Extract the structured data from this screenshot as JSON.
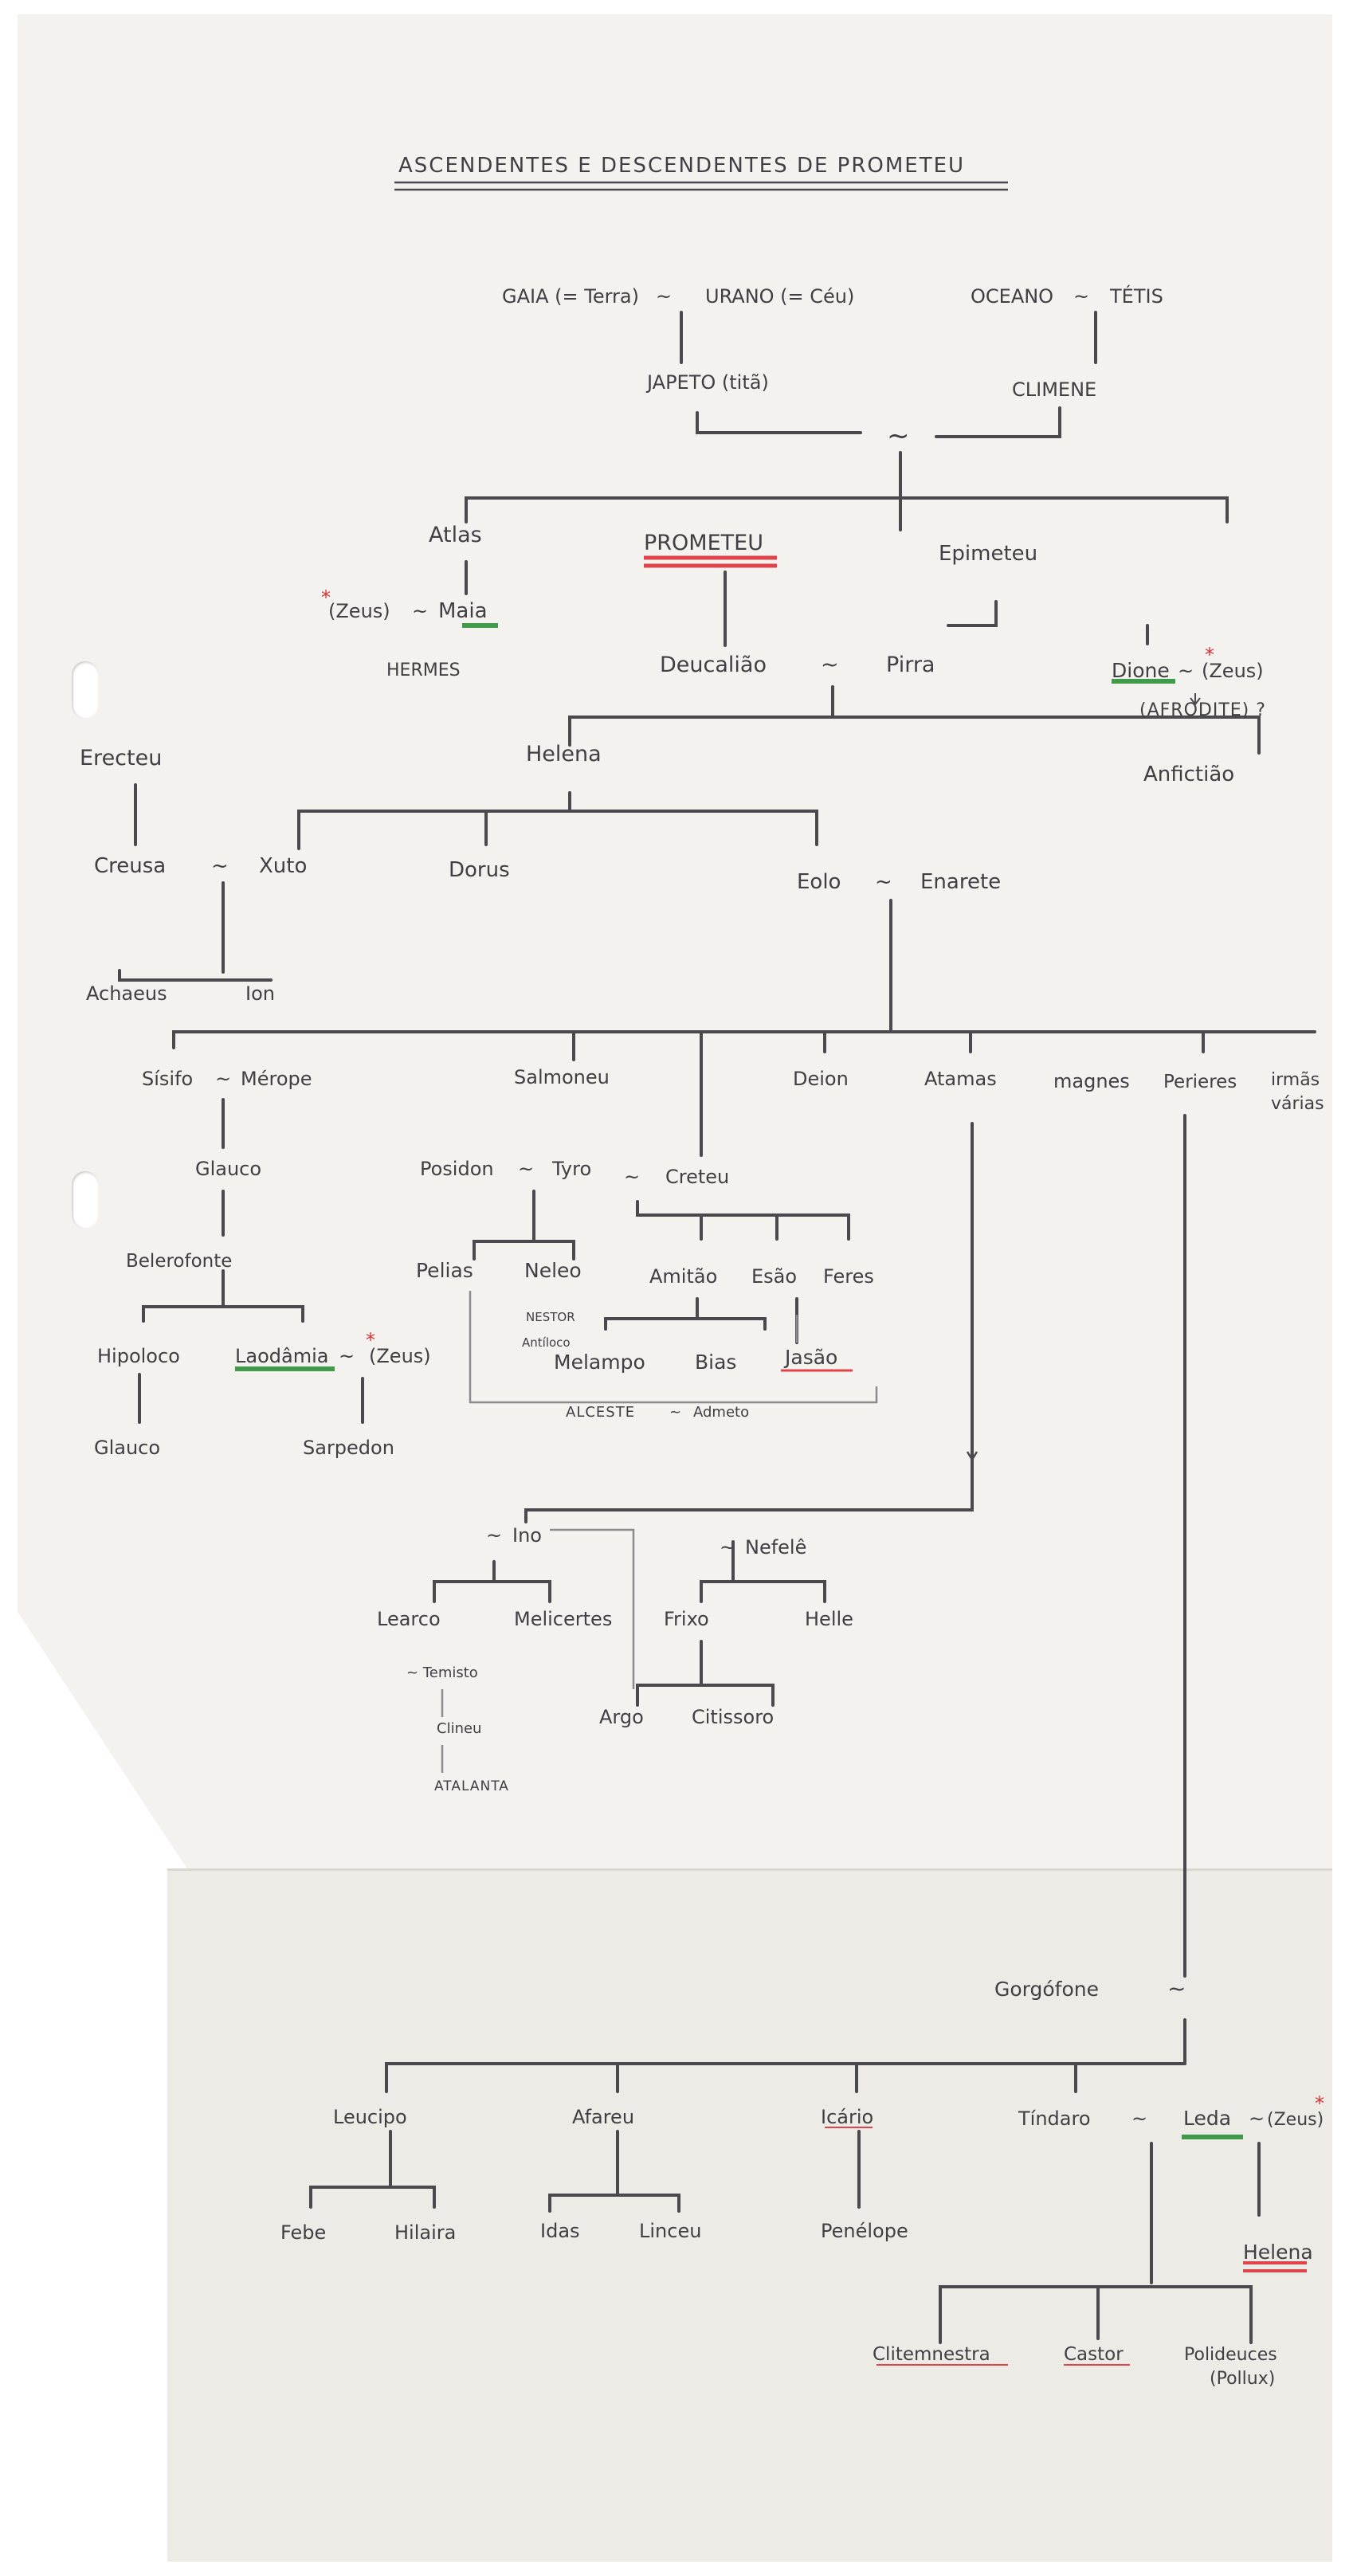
{
  "title": "ASCENDENTES E DESCENDENTES DE PROMETEU",
  "colors": {
    "ink": "#3f3f44",
    "red_underline": "#e0444a",
    "green_underline": "#3f9a4a",
    "red_asterisk": "#d8333b",
    "faint": "#7d7d82",
    "paper": "#f3f2ee"
  },
  "nodes": {
    "gaia": "GAIA (= Terra)",
    "sep1": "~",
    "urano": "URANO (= Céu)",
    "oceano": "OCEANO",
    "sep2": "~",
    "tetis": "TÉTIS",
    "japeto": "JAPETO (titã)",
    "climene": "CLIMENE",
    "sep3": "~",
    "atlas": "Atlas",
    "prometeu": "PROMETEU",
    "epimeteu": "Epimeteu",
    "zeus1": "(Zeus)",
    "sep4": "~",
    "maia": "Maia",
    "hermes": "HERMES",
    "deucaliao": "Deucalião",
    "sep5": "~",
    "pirra": "Pirra",
    "dione": "Dione",
    "sep6": "~",
    "zeus2": "(Zeus)",
    "afrodite": "(AFRODITE) ?",
    "erecteu": "Erecteu",
    "helena1": "Helena",
    "anfictiao": "Anfictião",
    "creusa": "Creusa",
    "sep7": "~",
    "xuto": "Xuto",
    "dorus": "Dorus",
    "eolo": "Eolo",
    "sep8": "~",
    "enarete": "Enarete",
    "achaeus": "Achaeus",
    "ion": "Ion",
    "sisifo": "Sísifo",
    "sep9": "~",
    "merope": "Mérope",
    "salmoneu": "Salmoneu",
    "deion": "Deion",
    "atamas": "Atamas",
    "magnes": "magnes",
    "perieres": "Perieres",
    "irmas": "irmãs",
    "varias": "várias",
    "glauco1": "Glauco",
    "posidon": "Posidon",
    "sep10": "~",
    "tyro": "Tyro",
    "sep11": "~",
    "creteu": "Creteu",
    "belerofonte": "Belerofonte",
    "pelias": "Pelias",
    "neleo": "Neleo",
    "amitao": "Amitão",
    "esao": "Esão",
    "feres": "Feres",
    "nestor": "NESTOR",
    "antiloco": "Antíloco",
    "hipoloco": "Hipoloco",
    "laodamia": "Laodâmia",
    "sep12": "~",
    "zeus3": "(Zeus)",
    "melampo": "Melampo",
    "bias": "Bias",
    "jasao": "Jasão",
    "alceste": "ALCESTE",
    "sep13": "~",
    "admeto": "Admeto",
    "glauco2": "Glauco",
    "sarpedon": "Sarpedon",
    "sep14": "~",
    "ino": "Ino",
    "sep15": "~",
    "nefele": "Nefelê",
    "learco": "Learco",
    "melicertes": "Melicertes",
    "frixo": "Frixo",
    "helle": "Helle",
    "temisto": "~ Temisto",
    "clineu": "Clineu",
    "atalanta": "ATALANTA",
    "argo": "Argo",
    "citissoro": "Citissoro",
    "gorgofone": "Gorgófone",
    "sep16": "~",
    "leucipo": "Leucipo",
    "afareu": "Afareu",
    "icario": "Icário",
    "tindaro": "Tíndaro",
    "sep17": "~",
    "leda": "Leda",
    "sep18": "~",
    "zeus4": "(Zeus)",
    "febe": "Febe",
    "hilaira": "Hilaira",
    "idas": "Idas",
    "linceu": "Linceu",
    "penelope": "Penélope",
    "helena2": "Helena",
    "clitemnestra": "Clitemnestra",
    "castor": "Castor",
    "polideuces": "Polideuces",
    "pollux": "(Pollux)"
  }
}
